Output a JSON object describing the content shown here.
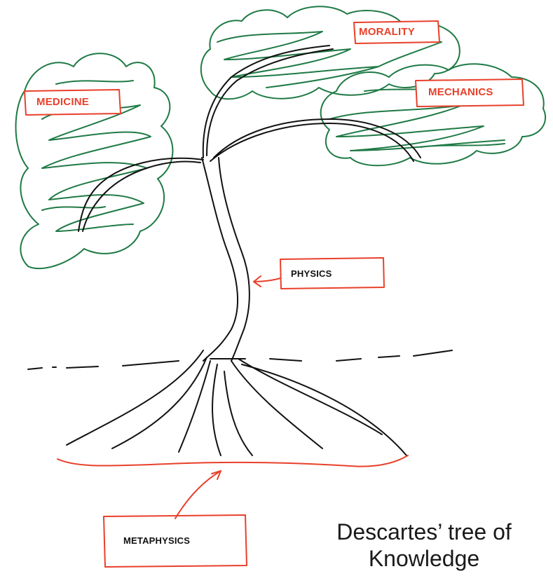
{
  "labels": {
    "morality": "MORALITY",
    "medicine": "MEDICINE",
    "mechanics": "MECHANICS",
    "physics": "PHYSICS",
    "metaphysics": "METAPHYSICS"
  },
  "caption": {
    "line1": "Descartes’ tree of",
    "line2": "Knowledge"
  },
  "colors": {
    "foliage": "#1f7a45",
    "ink": "#111111",
    "annotation": "#e8402a"
  }
}
